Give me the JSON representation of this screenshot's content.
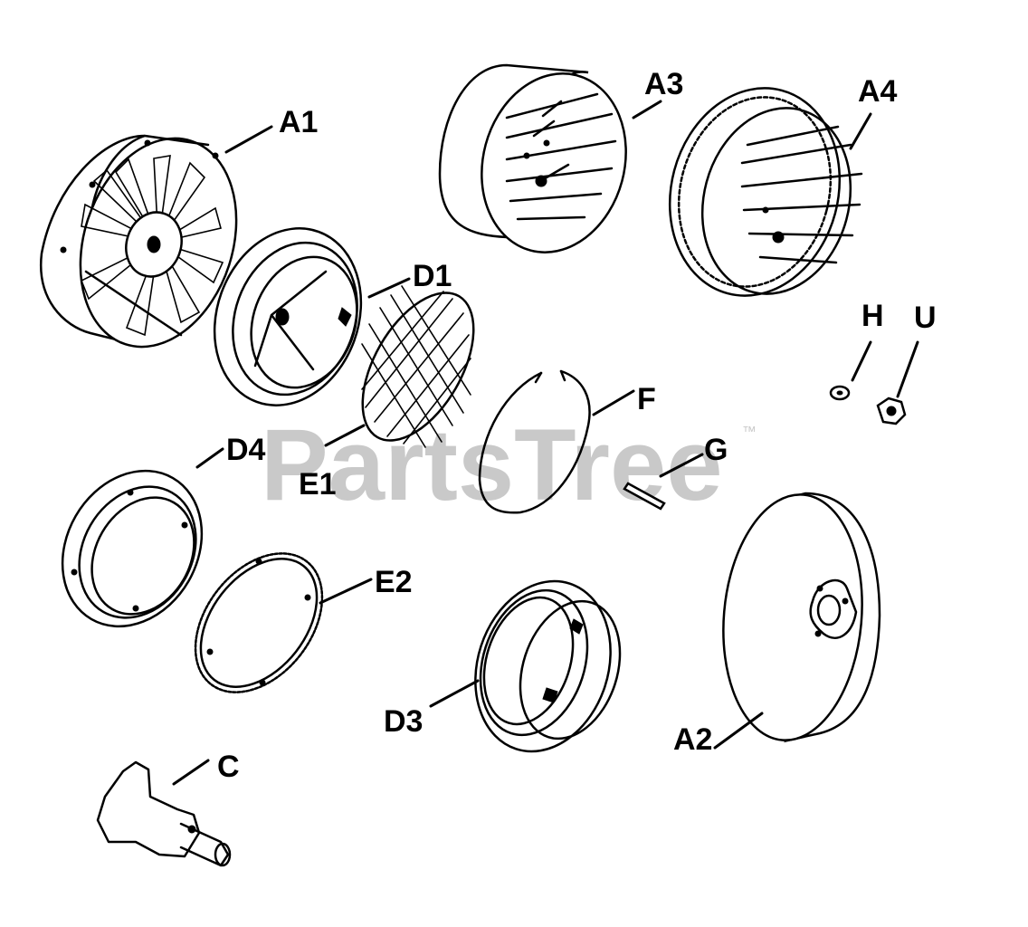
{
  "watermark": {
    "text": "PartsTree",
    "tm": "™"
  },
  "labels": {
    "A1": "A1",
    "A2": "A2",
    "A3": "A3",
    "A4": "A4",
    "C": "C",
    "D1": "D1",
    "D3": "D3",
    "D4": "D4",
    "E1": "E1",
    "E2": "E2",
    "F": "F",
    "G": "G",
    "H": "H",
    "U": "U"
  }
}
